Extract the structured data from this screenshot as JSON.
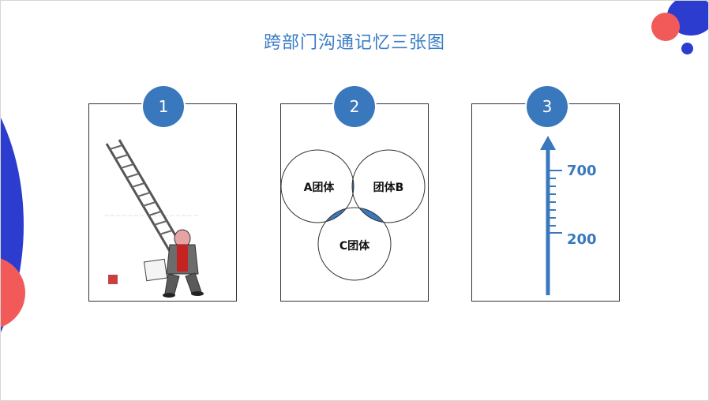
{
  "title": "跨部门沟通记忆三张图",
  "colors": {
    "accent": "#3a78bd",
    "title": "#3a7cc4",
    "deco_red": "#f25a5a",
    "deco_blue": "#2b3ccf"
  },
  "cards": [
    {
      "number": "1",
      "content": "ladder-cartoon-image"
    },
    {
      "number": "2",
      "content": "venn-diagram",
      "circles": [
        "A团体",
        "团体B",
        "C团体"
      ]
    },
    {
      "number": "3",
      "content": "scale-arrow",
      "ticks": [
        "700",
        "200"
      ]
    }
  ]
}
